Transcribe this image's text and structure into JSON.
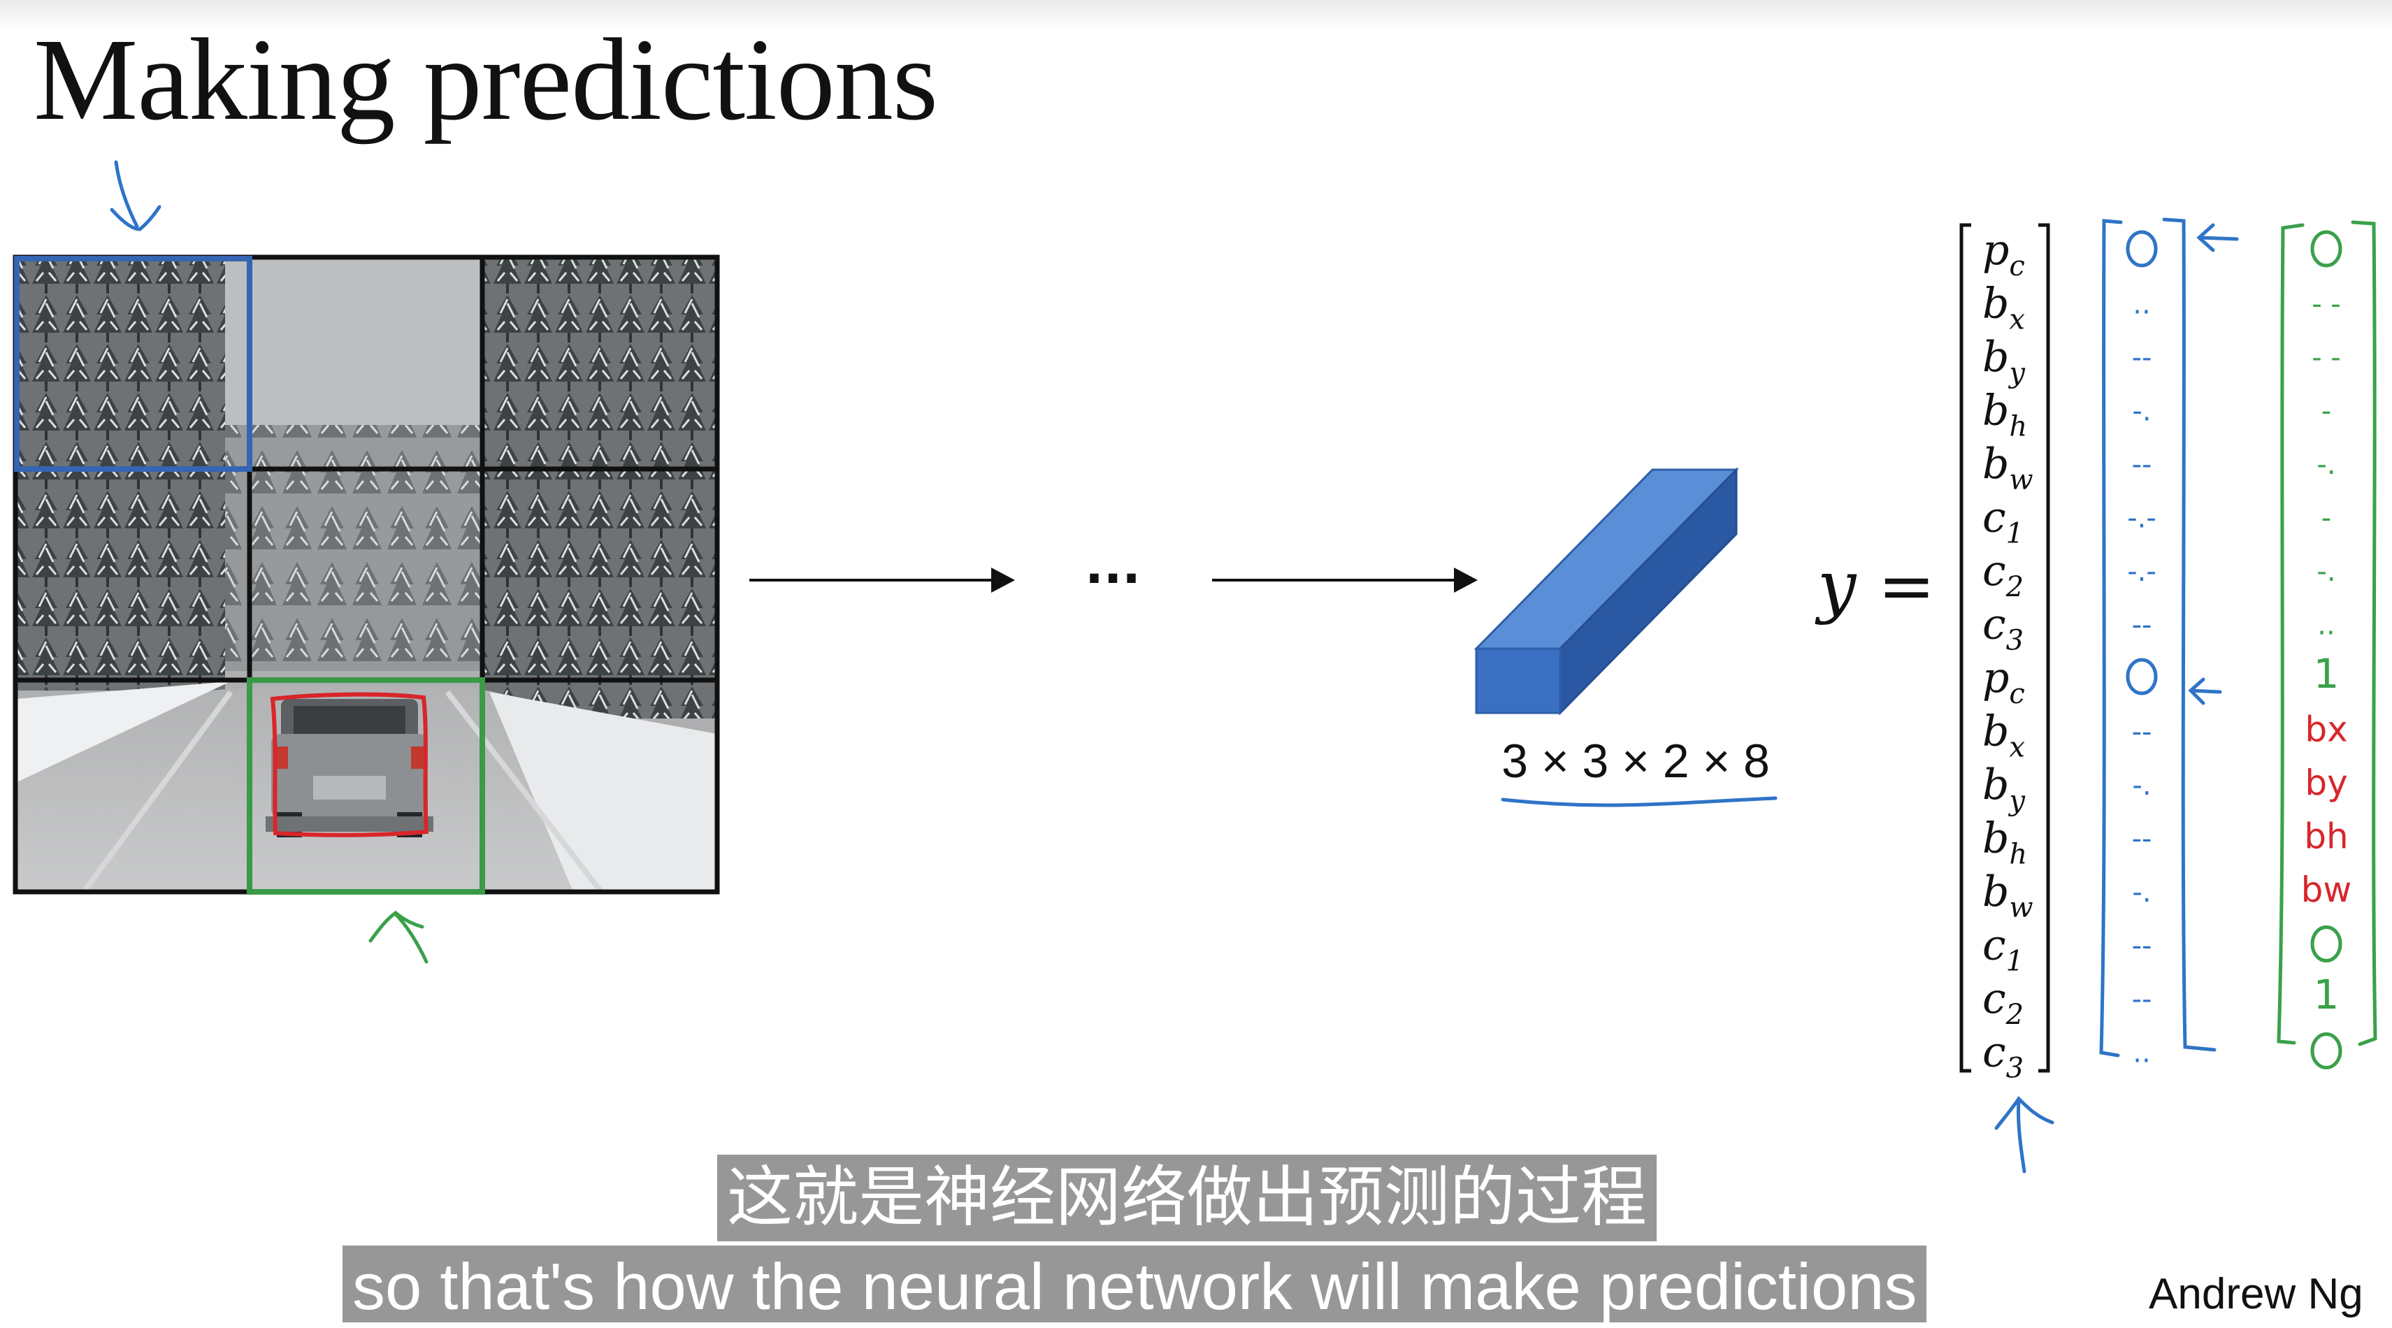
{
  "slide": {
    "title": "Making predictions",
    "credit": "Andrew Ng"
  },
  "pipeline": {
    "ellipsis": "···",
    "output_shape": "3 × 3 × 2 × 8"
  },
  "vector": {
    "lhs": "y =",
    "entries": [
      {
        "base": "p",
        "sub": "c"
      },
      {
        "base": "b",
        "sub": "x"
      },
      {
        "base": "b",
        "sub": "y"
      },
      {
        "base": "b",
        "sub": "h"
      },
      {
        "base": "b",
        "sub": "w"
      },
      {
        "base": "c",
        "sub": "1"
      },
      {
        "base": "c",
        "sub": "2"
      },
      {
        "base": "c",
        "sub": "3"
      },
      {
        "base": "p",
        "sub": "c"
      },
      {
        "base": "b",
        "sub": "x"
      },
      {
        "base": "b",
        "sub": "y"
      },
      {
        "base": "b",
        "sub": "h"
      },
      {
        "base": "b",
        "sub": "w"
      },
      {
        "base": "c",
        "sub": "1"
      },
      {
        "base": "c",
        "sub": "2"
      },
      {
        "base": "c",
        "sub": "3"
      }
    ]
  },
  "blue_vector": {
    "entries": [
      "0",
      "..",
      "--",
      "-.",
      "--",
      "-.-",
      "-.-",
      "--",
      "0",
      "--",
      "-.",
      "--",
      "-.",
      "--",
      "--",
      ".."
    ]
  },
  "green_vector": {
    "entries": [
      "0",
      "- -",
      "- -",
      "-",
      "-.",
      "-",
      "-.",
      "..",
      "1",
      "bx",
      "by",
      "bh",
      "bw",
      "0",
      "1",
      "0"
    ]
  },
  "subtitles": {
    "zh": "这就是神经网络做出预测的过程",
    "en": "so that's how the neural network will make predictions"
  },
  "colors": {
    "blue_ink": "#2f74c7",
    "green_ink": "#3aa14a",
    "red_ink": "#d8262a",
    "block_front": "#3a6fc2",
    "block_top": "#5a8fd8",
    "block_side": "#2a58a2"
  }
}
